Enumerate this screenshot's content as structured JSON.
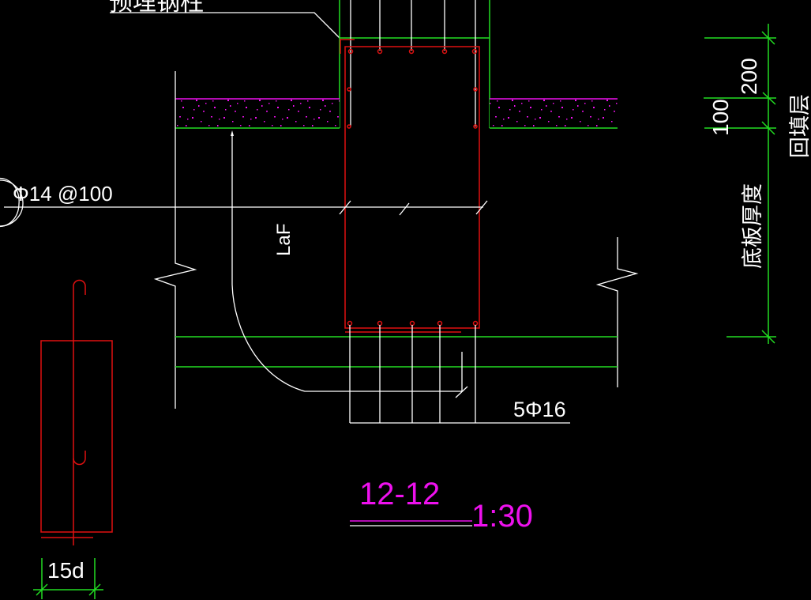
{
  "drawing": {
    "background": "#000000",
    "colors": {
      "line": "#ffffff",
      "dimension": "#22dd22",
      "rebar": "#e01010",
      "cushion": "#ee11ee"
    },
    "labels": {
      "top_callout": "预埋钢柱",
      "rebar_spec_horizontal": "Φ14 @100",
      "anchor_length": "LaF",
      "bottom_rebar": "5Φ16",
      "hook_length": "15d",
      "section_title": "12-12",
      "scale": "1:30"
    },
    "dimensions": {
      "top_segment": "200",
      "side_segment": "100",
      "slab_thickness": "底板厚度",
      "backfill_layer": "回填层"
    }
  }
}
